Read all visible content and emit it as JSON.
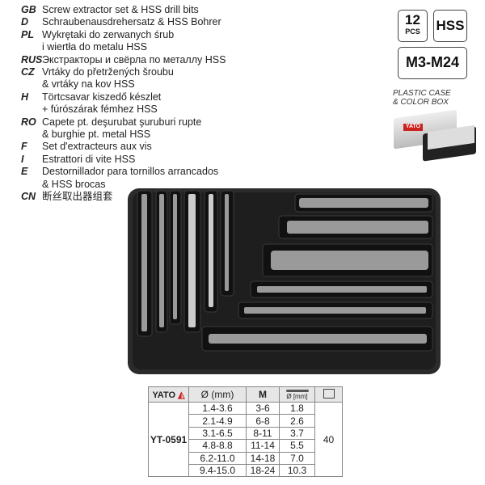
{
  "languages": [
    {
      "code": "GB",
      "lines": [
        "Screw extractor set & HSS drill bits"
      ]
    },
    {
      "code": "D",
      "lines": [
        "Schraubenausdrehersatz & HSS Bohrer"
      ]
    },
    {
      "code": "PL",
      "lines": [
        "Wykrętaki do zerwanych śrub",
        "i wiertła do metalu HSS"
      ]
    },
    {
      "code": "RUS",
      "lines": [
        "Экстракторы и свёрла по металлу HSS"
      ]
    },
    {
      "code": "CZ",
      "lines": [
        "Vrtáky do přetržených šroubu",
        "& vrtáky na kov HSS"
      ]
    },
    {
      "code": "H",
      "lines": [
        "Törtcsavar kiszedő készlet",
        "+ fúrószárak fémhez HSS"
      ]
    },
    {
      "code": "RO",
      "lines": [
        "Capete pt. deşurubat şuruburi rupte",
        "& burghie pt. metal HSS"
      ]
    },
    {
      "code": "F",
      "lines": [
        "Set d'extracteurs aux vis"
      ]
    },
    {
      "code": "I",
      "lines": [
        "Estrattori di vite HSS"
      ]
    },
    {
      "code": "E",
      "lines": [
        "Destornillador para tornillos arrancados",
        "& HSS brocas"
      ]
    },
    {
      "code": "CN",
      "lines": [
        "断丝取出器组套"
      ]
    }
  ],
  "badges": {
    "count": "12",
    "count_unit": "PCS",
    "material": "HSS",
    "range": "M3-M24"
  },
  "packaging": {
    "line1": "PLASTIC CASE",
    "line2": "& COLOR BOX",
    "logo": "YATO"
  },
  "table": {
    "brand": "YATO",
    "col_diameter": "Ø (mm)",
    "col_m": "M",
    "col_drill": "Ø [mm]",
    "model": "YT-0591",
    "box_qty": "40",
    "rows": [
      {
        "d": "1.4-3.6",
        "m": "3-6",
        "drill": "1.8"
      },
      {
        "d": "2.1-4.9",
        "m": "6-8",
        "drill": "2.6"
      },
      {
        "d": "3.1-6.5",
        "m": "8-11",
        "drill": "3.7"
      },
      {
        "d": "4.8-8.8",
        "m": "11-14",
        "drill": "5.5"
      },
      {
        "d": "6.2-11.0",
        "m": "14-18",
        "drill": "7.0"
      },
      {
        "d": "9.4-15.0",
        "m": "18-24",
        "drill": "10.3"
      }
    ]
  }
}
